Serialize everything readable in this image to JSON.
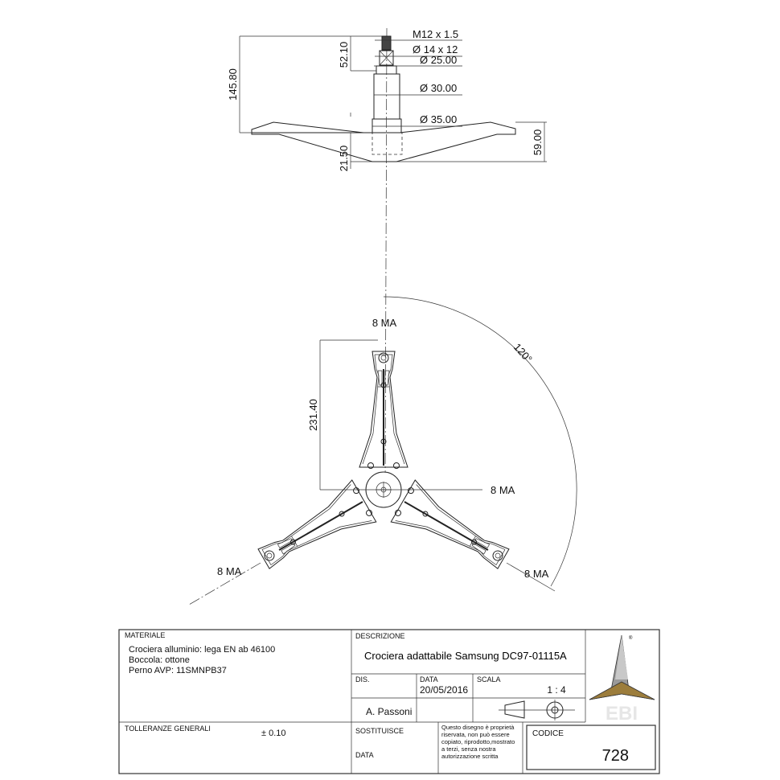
{
  "side_view": {
    "dimensions": {
      "overall_height": "145.80",
      "shaft_length": "52.10",
      "hub_depth": "21.50",
      "dish_height": "59.00"
    },
    "callouts": {
      "thread": "M12 x 1.5",
      "d14": "Ø 14 x 12",
      "d25": "Ø 25.00",
      "d30": "Ø 30.00",
      "d35": "Ø 35.00"
    }
  },
  "top_view": {
    "arm_length": "231.40",
    "angle": "120°",
    "hole_top": "8 MA",
    "hole_center": "8 MA",
    "hole_left": "8 MA",
    "hole_right": "8 MA"
  },
  "title_block": {
    "materiale_label": "MATERIALE",
    "materiale_lines": [
      "Crociera alluminio: lega EN ab 46100",
      "Boccola: ottone",
      "Perno AVP: 11SMNPB37"
    ],
    "descrizione_label": "DESCRIZIONE",
    "descrizione": "Crociera adattabile Samsung DC97-01115A",
    "dis_label": "DIS.",
    "data_label": "DATA",
    "data_value": "20/05/2016",
    "scala_label": "SCALA",
    "scala_value": "1 : 4",
    "author": "A. Passoni",
    "tolleranze_label": "TOLLERANZE GENERALI",
    "tolleranze_value": "± 0.10",
    "sostituisce_label": "SOSTITUISCE",
    "data2_label": "DATA",
    "note_lines": [
      "Questo disegno è proprietà",
      "riservata, non può essere",
      "copiato, riprodotto,mostrato",
      "a terzi, senza nostra",
      "autorizzazione scritta"
    ],
    "codice_label": "CODICE",
    "codice_value": "728",
    "logo_text": "EBI",
    "logo_colors": {
      "top": "#9a9a9a",
      "bottom": "#9c7d3c",
      "text": "#e6e6e6"
    }
  }
}
